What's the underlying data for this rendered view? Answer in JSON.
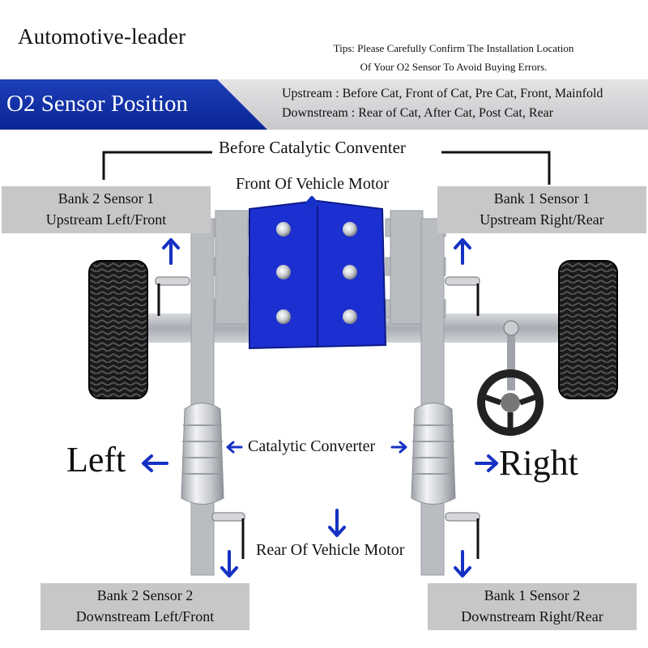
{
  "header": {
    "brand": "Automotive-leader",
    "tips_line1": "Tips: Please Carefully Confirm The Installation Location",
    "tips_line2": "Of Your O2 Sensor To Avoid Buying Errors."
  },
  "banner": {
    "title": "O2 Sensor Position",
    "upstream_text": "Upstream : Before Cat, Front of Cat, Pre Cat, Front, Mainfold",
    "downstream_text": "Downstream : Rear of Cat, After Cat, Post Cat, Rear"
  },
  "diagram": {
    "before_cat_label": "Before Catalytic Conventer",
    "front_label": "Front Of Vehicle Motor",
    "rear_label": "Rear Of Vehicle Motor",
    "catalytic_label": "Catalytic Converter",
    "left_label": "Left",
    "right_label": "Right",
    "sensors": {
      "bank2_s1": {
        "title": "Bank 2 Sensor 1",
        "subtitle": "Upstream Left/Front"
      },
      "bank1_s1": {
        "title": "Bank 1 Sensor 1",
        "subtitle": "Upstream Right/Rear"
      },
      "bank2_s2": {
        "title": "Bank 2 Sensor 2",
        "subtitle": "Downstream Left/Front"
      },
      "bank1_s2": {
        "title": "Bank 1 Sensor 2",
        "subtitle": "Downstream Right/Rear"
      }
    },
    "colors": {
      "engine_blue": "#1c2fd0",
      "arrow_blue": "#1531c4",
      "pipe_gray": "#b9bcc1",
      "label_gray": "#c7c7c9",
      "tire_black": "#1a1a1a"
    }
  }
}
